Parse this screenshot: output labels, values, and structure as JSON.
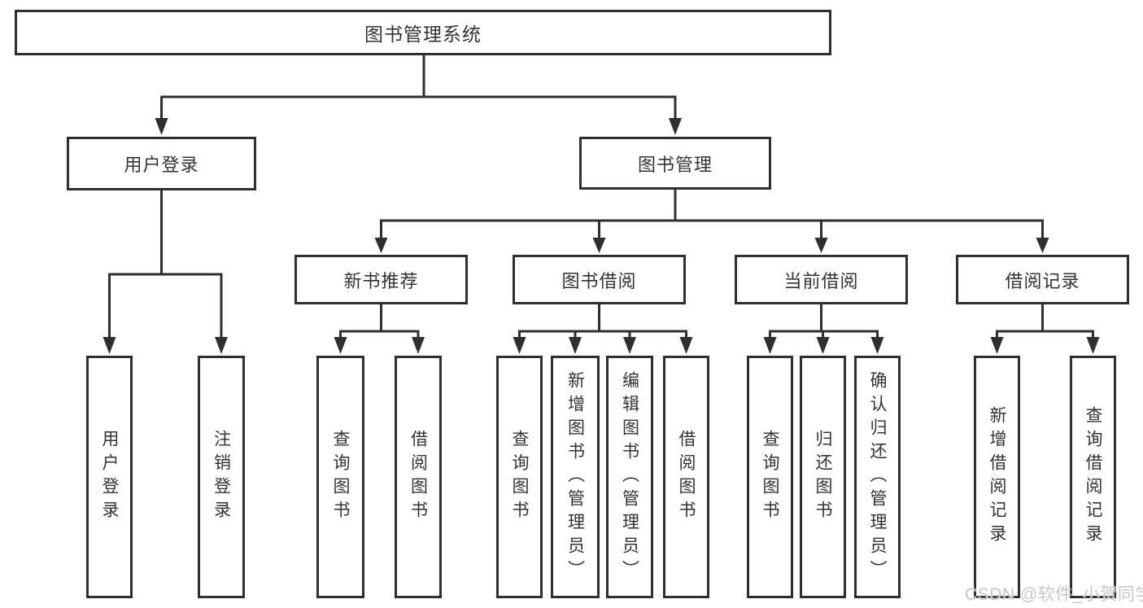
{
  "tree": {
    "root": "图书管理系统",
    "branches": [
      {
        "label": "用户登录",
        "children": [
          "用户登录",
          "注销登录"
        ]
      },
      {
        "label": "图书管理",
        "groups": [
          {
            "label": "新书推荐",
            "children": [
              "查询图书",
              "借阅图书"
            ]
          },
          {
            "label": "图书借阅",
            "children": [
              "查询图书",
              "新增图书（管理员）",
              "编辑图书（管理员）",
              "借阅图书"
            ]
          },
          {
            "label": "当前借阅",
            "children": [
              "查询图书",
              "归还图书",
              "确认归还（管理员）"
            ]
          },
          {
            "label": "借阅记录",
            "children": [
              "新增借阅记录",
              "查询借阅记录"
            ]
          }
        ]
      }
    ]
  },
  "watermark": "CSDN @软件_小贺同学",
  "colors": {
    "line": "#2f2f2f",
    "text": "#333333",
    "watermark": "#c6c6c6",
    "background": "#ffffff"
  }
}
